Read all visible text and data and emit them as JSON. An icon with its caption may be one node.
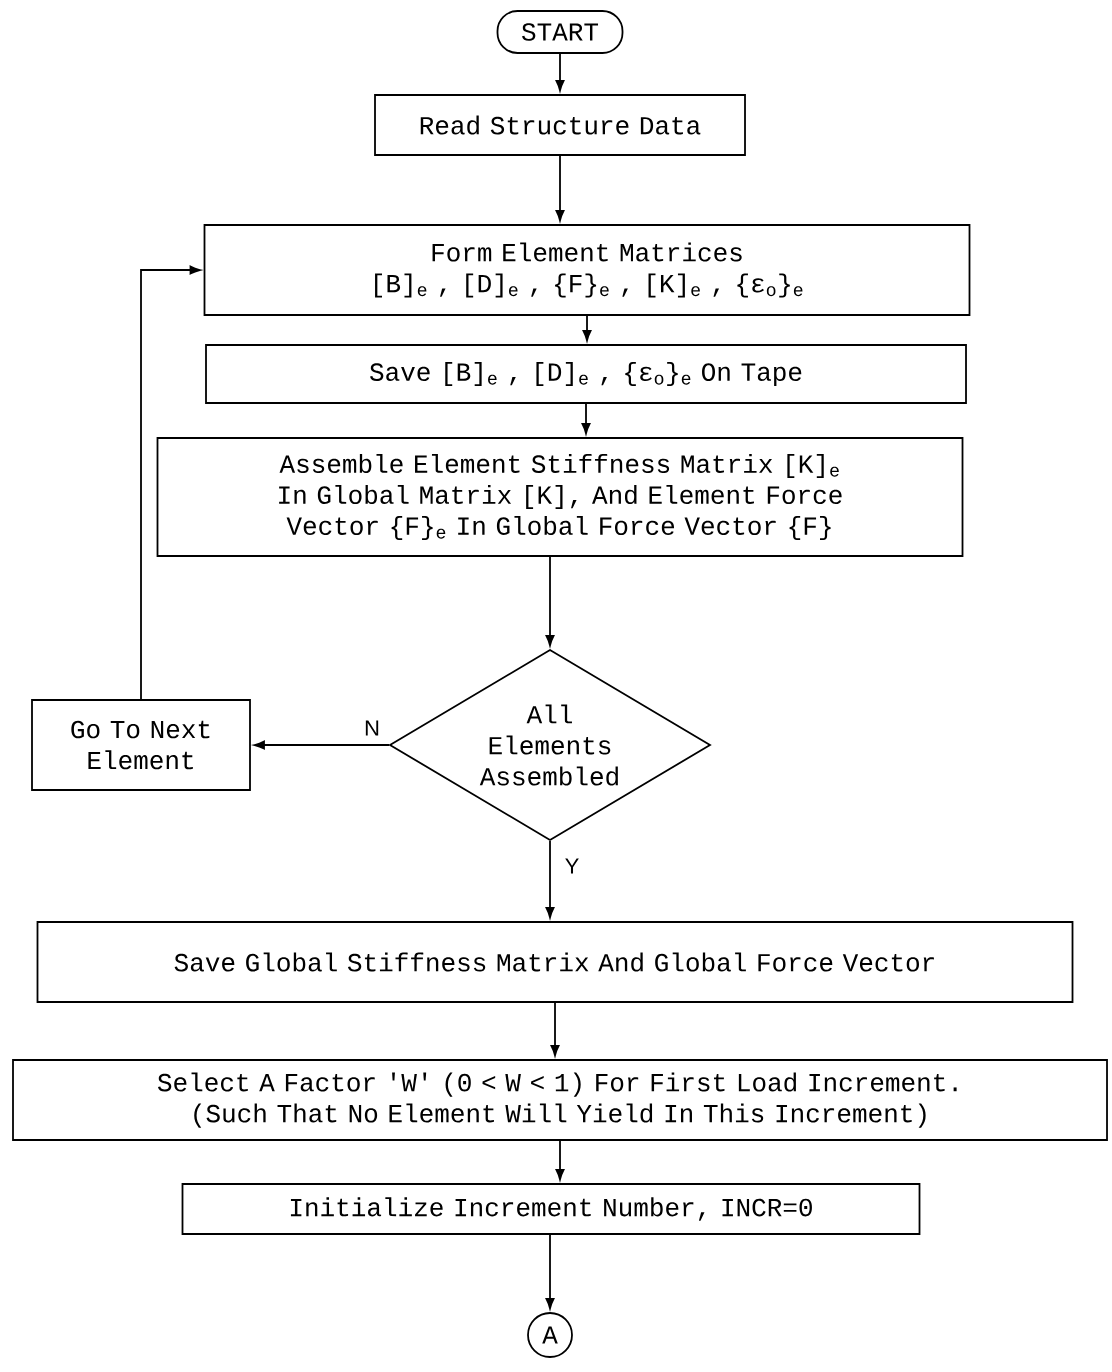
{
  "diagram": {
    "nodes": [
      {
        "text": [
          "START"
        ]
      },
      {
        "text": [
          "Read Structure Data"
        ]
      },
      {
        "text": [
          "Form Element Matrices",
          "[B]$_{e}$ , [D]$_{e}$ , {F}$_{e}$ , [K]$_{e}$ , {ε$_{o}$}$_{e}$"
        ]
      },
      {
        "text": [
          "Save [B]$_{e}$ , [D]$_{e}$ , {ε$_{o}$}$_{e}$ On Tape"
        ]
      },
      {
        "text": [
          "Assemble Element Stiffness Matrix [K]$_{e}$ In Global Matrix [K], And Element Force Vector {F}$_{e}$ In Global Force Vector {F}"
        ]
      },
      {
        "text": [
          "All Elements Assembled"
        ]
      },
      {
        "text": [
          "Go To Next Element"
        ]
      },
      {
        "text": [
          "Save Global Stiffness Matrix And Global Force Vector"
        ]
      },
      {
        "text": [
          "Select A Factor 'W' (0 < W < 1) For First Load Increment.",
          "(Such That No Element Will Yield In This Increment)"
        ]
      },
      {
        "text": [
          "Initialize Increment Number, INCR=0"
        ]
      },
      {
        "text": [
          "A"
        ]
      }
    ],
    "edges": [
      {
        "from": 0,
        "to": 1,
        "arrow": "to"
      },
      {
        "from": 1,
        "to": 2,
        "arrow": "to"
      },
      {
        "from": 2,
        "to": 3,
        "arrow": "to"
      },
      {
        "from": 3,
        "to": 4,
        "arrow": "to"
      },
      {
        "from": 4,
        "to": 5,
        "arrow": "to"
      },
      {
        "from": 5,
        "to": 6,
        "label": "N",
        "arrow": "to"
      },
      {
        "from": 6,
        "to": 2,
        "arrow": "to"
      },
      {
        "from": 5,
        "to": 7,
        "label": "Y",
        "arrow": "to"
      },
      {
        "from": 7,
        "to": 8,
        "arrow": "to"
      },
      {
        "from": 8,
        "to": 9,
        "arrow": "to"
      },
      {
        "from": 9,
        "to": 10,
        "arrow": "to"
      }
    ]
  }
}
